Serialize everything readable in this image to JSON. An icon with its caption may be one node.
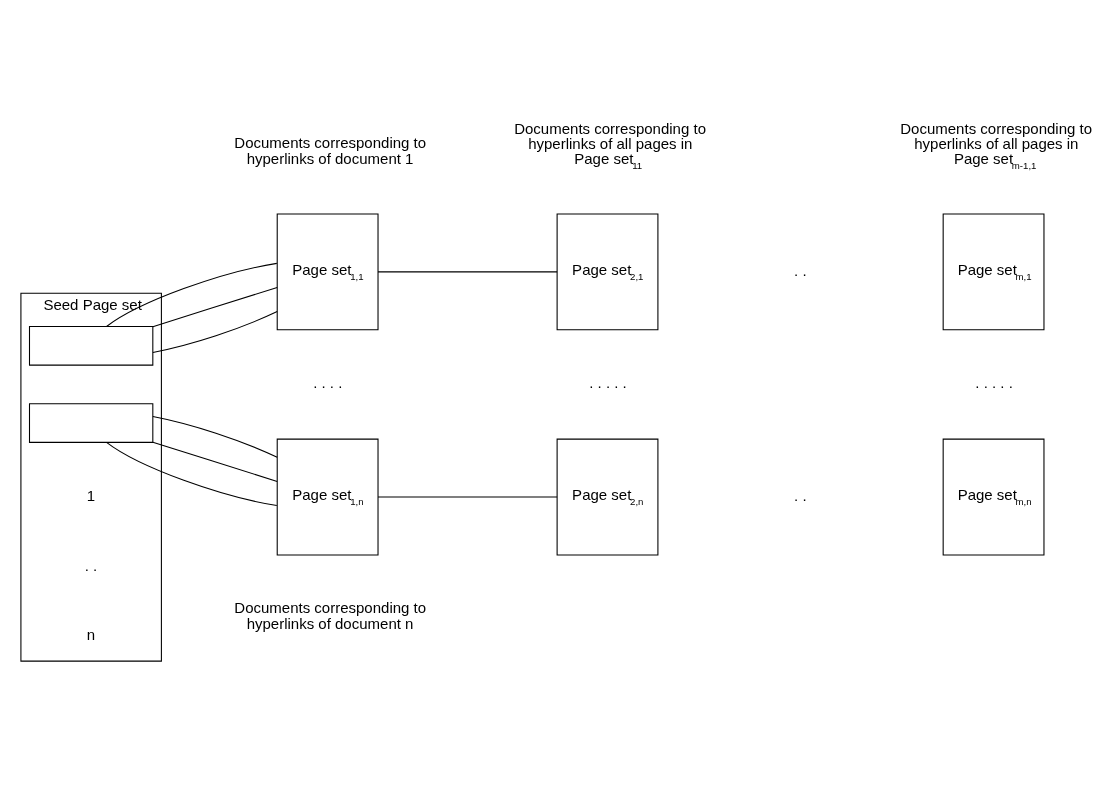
{
  "diagram": {
    "nodes": [
      {
        "text": [
          "Seed Page set"
        ]
      },
      {
        "text": [],
        "shape": "box",
        "in": 0
      },
      {
        "text": [],
        "shape": "box",
        "in": 0
      },
      {
        "text": [
          "Page set$_{1,1}$"
        ]
      },
      {
        "text": [
          "Page set$_{2,1}$"
        ]
      },
      {
        "text": [
          "Page set$_{m,1}$"
        ]
      },
      {
        "text": [
          "Page set$_{1,n}$"
        ]
      },
      {
        "text": [
          "Page set$_{2,n}$"
        ]
      },
      {
        "text": [
          "Page set$_{m,n}$"
        ]
      }
    ],
    "edges": [
      {
        "from": 1,
        "to": 3,
        "arrow": "none"
      },
      {
        "from": 1,
        "to": 3,
        "arrow": "none"
      },
      {
        "from": 1,
        "to": 3,
        "arrow": "none"
      },
      {
        "from": 3,
        "to": 4,
        "arrow": "none"
      },
      {
        "from": 2,
        "to": 6,
        "arrow": "none"
      },
      {
        "from": 2,
        "to": 6,
        "arrow": "none"
      },
      {
        "from": 2,
        "to": 6,
        "arrow": "none"
      },
      {
        "from": 6,
        "to": 7,
        "arrow": "none"
      }
    ],
    "labels": [
      "Documents corresponding to hyperlinks of document 1",
      "Documents corresponding to hyperlinks of all pages in Page set$_{11}$",
      "Documents corresponding to hyperlinks of all pages in Page set$_{m-1,1}$",
      "1",
      ". .",
      "n",
      ". . . .",
      ". . . . .",
      ". . . . .",
      ". .",
      ". .",
      "Documents corresponding to hyperlinks of document n"
    ]
  }
}
